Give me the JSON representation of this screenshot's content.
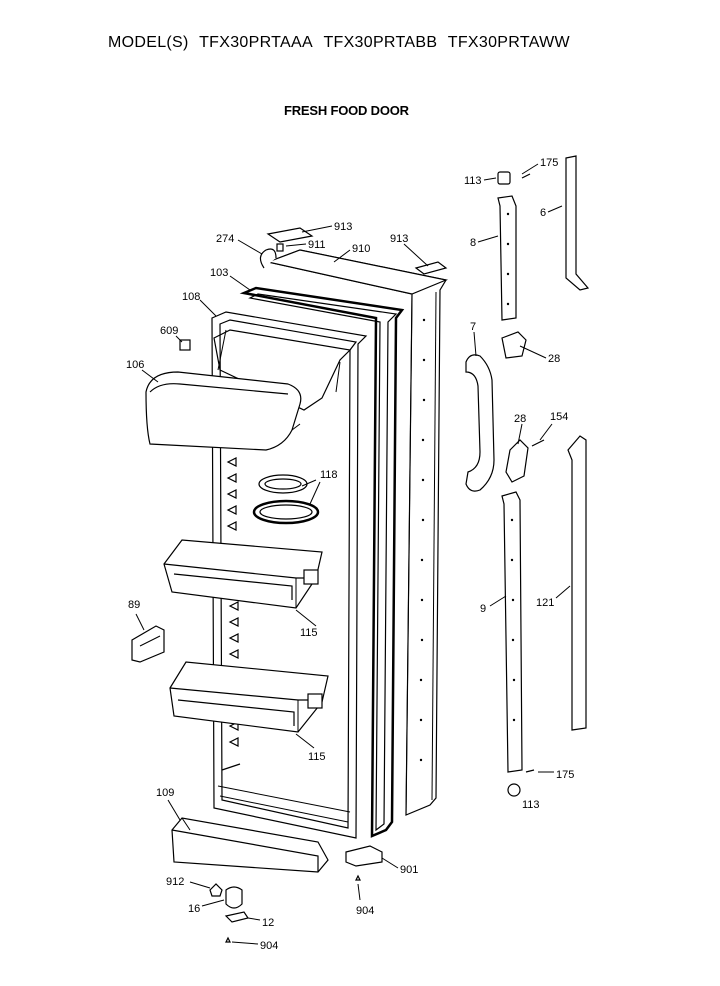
{
  "header": {
    "prefix": "MODEL(S)",
    "models": [
      "TFX30PRTAAA",
      "TFX30PRTABB",
      "TFX30PRTAWW"
    ]
  },
  "section_title": "FRESH FOOD DOOR",
  "callouts": {
    "c175a": "175",
    "c113a": "113",
    "c6": "6",
    "c8": "8",
    "c913a": "913",
    "c274": "274",
    "c911": "911",
    "c910": "910",
    "c913b": "913",
    "c103": "103",
    "c108": "108",
    "c609": "609",
    "c106": "106",
    "c7": "7",
    "c28a": "28",
    "c28b": "28",
    "c154": "154",
    "c118": "118",
    "c89": "89",
    "c115a": "115",
    "c9": "9",
    "c121": "121",
    "c115b": "115",
    "c175b": "175",
    "c113b": "113",
    "c109": "109",
    "c901": "901",
    "c912": "912",
    "c904a": "904",
    "c16": "16",
    "c12": "12",
    "c904b": "904"
  },
  "colors": {
    "ink": "#000000",
    "paper": "#ffffff"
  }
}
